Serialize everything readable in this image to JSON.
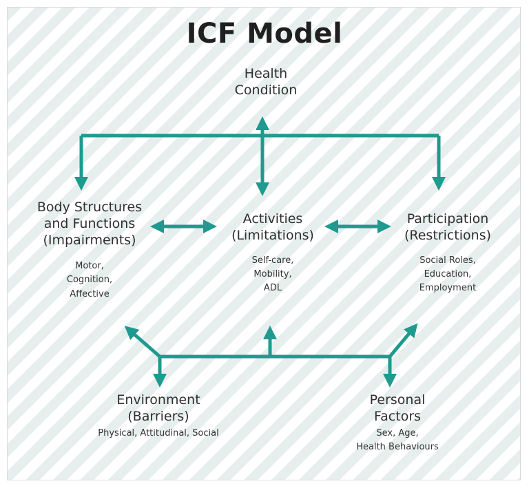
{
  "title": "ICF Model",
  "colors": {
    "arrow": "#1f9a8f",
    "stripe": "#e7eeee"
  },
  "health_condition": {
    "line1": "Health",
    "line2": "Condition"
  },
  "body_structures": {
    "line1": "Body Structures",
    "line2": "and Functions",
    "line3": "(Impairments)",
    "details": [
      "Motor,",
      "Cognition,",
      "Affective"
    ]
  },
  "activities": {
    "line1": "Activities",
    "line2": "(Limitations)",
    "details": [
      "Self-care,",
      "Mobility,",
      "ADL"
    ]
  },
  "participation": {
    "line1": "Participation",
    "line2": "(Restrictions)",
    "details": [
      "Social Roles,",
      "Education,",
      "Employment"
    ]
  },
  "environment": {
    "line1": "Environment",
    "line2": "(Barriers)",
    "detail": "Physical, Attitudinal, Social"
  },
  "personal_factors": {
    "line1": "Personal",
    "line2": "Factors",
    "details": [
      "Sex, Age,",
      "Health Behaviours"
    ]
  }
}
